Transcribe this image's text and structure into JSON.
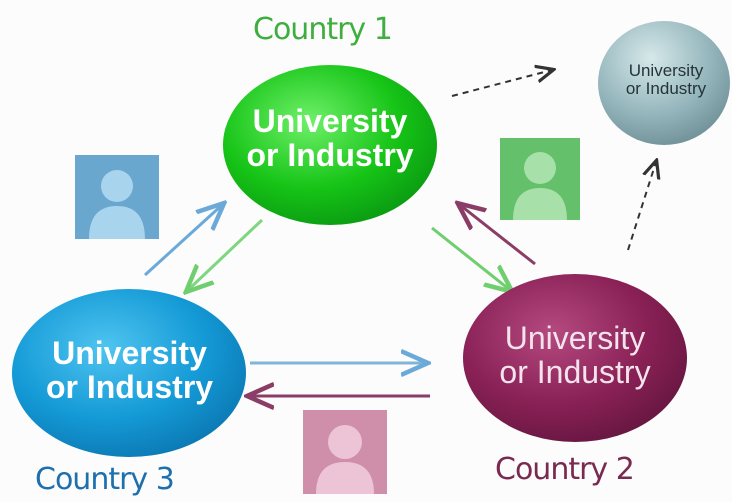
{
  "nodes": {
    "country1": {
      "label": "University\nor Industry",
      "line1": "University",
      "line2": "or Industry",
      "color": "#1ecb1e"
    },
    "country2": {
      "line1": "University",
      "line2": "or Industry",
      "color": "#8b2358"
    },
    "country3": {
      "line1": "University",
      "line2": "or Industry",
      "color": "#1a9fd8"
    },
    "external": {
      "line1": "University",
      "line2": "or Industry",
      "color": "#8fb2b8"
    }
  },
  "countries": {
    "c1": {
      "label": "Country 1",
      "color": "#3fae3f"
    },
    "c2": {
      "label": "Country 2",
      "color": "#7a2a50"
    },
    "c3": {
      "label": "Country 3",
      "color": "#1d6fae"
    }
  },
  "person_icons": [
    {
      "name": "blue",
      "color": "#6aa7cf"
    },
    {
      "name": "green",
      "color": "#64c06a"
    },
    {
      "name": "pink",
      "color": "#cf8fab"
    }
  ]
}
